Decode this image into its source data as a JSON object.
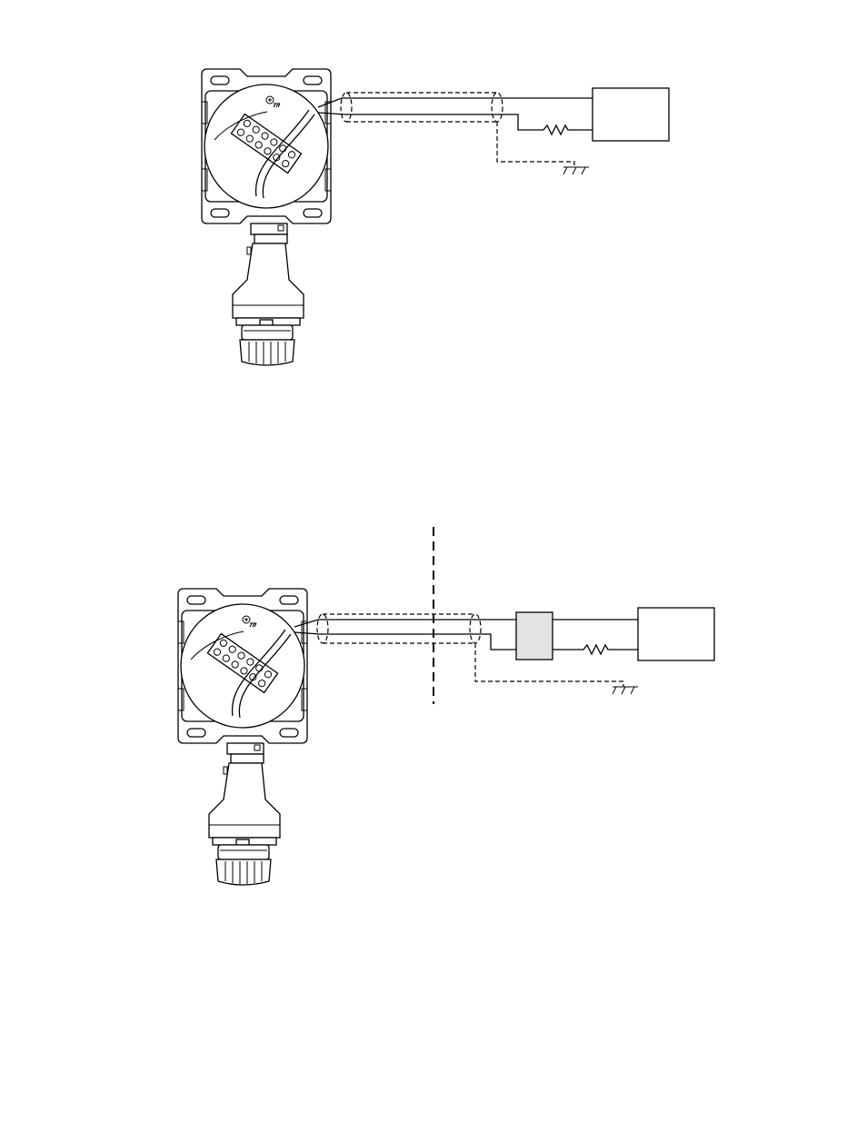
{
  "figures": [
    {
      "id": "fig-top",
      "has_barrier": false,
      "has_hazard_divider": false
    },
    {
      "id": "fig-bottom",
      "has_barrier": true,
      "has_hazard_divider": true
    }
  ],
  "icons": [
    "ground-symbol",
    "resistor-symbol",
    "earth-terminal-symbol",
    "cable-shield-ellipse"
  ],
  "colors": {
    "line": "#000000",
    "barrier_fill": "#e3e3e3",
    "background": "#ffffff"
  }
}
